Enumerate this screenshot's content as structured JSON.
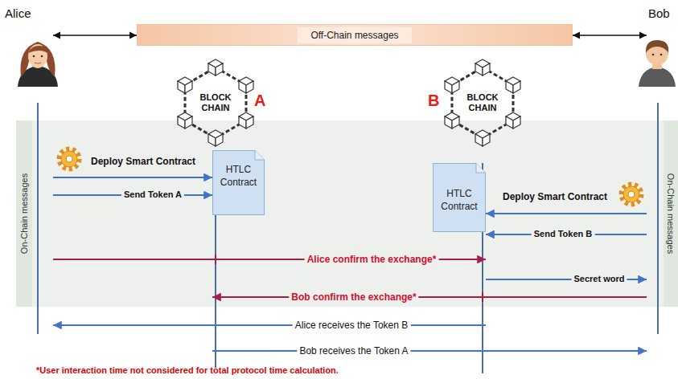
{
  "diagram": {
    "nodes": [
      {
        "text": [
          "Alice"
        ]
      },
      {
        "text": [
          "Off-Chain messages"
        ]
      },
      {
        "text": [
          "Bob"
        ]
      },
      {
        "text": [
          "BLOCK CHAIN",
          "A"
        ]
      },
      {
        "text": [
          "BLOCK CHAIN",
          "B"
        ]
      },
      {
        "text": [
          "On-Chain messages"
        ]
      },
      {
        "text": [
          "HTLC Contract"
        ]
      },
      {
        "text": [
          "HTLC Contract"
        ]
      },
      {
        "text": [
          "On-Chain messages"
        ]
      }
    ],
    "edges": [
      {
        "from": 0,
        "to": 1,
        "arrow": "both"
      },
      {
        "from": 1,
        "to": 2,
        "arrow": "both"
      },
      {
        "from": 0,
        "to": 6,
        "label": "Deploy Smart Contract",
        "arrow": "to"
      },
      {
        "from": 0,
        "to": 6,
        "label": "Send Token A",
        "arrow": "to"
      },
      {
        "from": 2,
        "to": 7,
        "label": "Deploy Smart Contract",
        "arrow": "to"
      },
      {
        "from": 2,
        "to": 7,
        "label": "Send Token B",
        "arrow": "to"
      },
      {
        "from": 0,
        "to": 7,
        "label": "Alice confirm the exchange*",
        "arrow": "to"
      },
      {
        "from": 7,
        "to": 2,
        "label": "Secret word",
        "arrow": "to"
      },
      {
        "from": 2,
        "to": 6,
        "label": "Bob confirm the exchange*",
        "arrow": "to"
      },
      {
        "from": 7,
        "to": 0,
        "label": "Alice receives the Token B",
        "arrow": "to"
      },
      {
        "from": 6,
        "to": 2,
        "label": "Bob receives the Token A",
        "arrow": "to"
      }
    ],
    "labels": [
      "*User interaction time not considered for total protocol time calculation."
    ]
  }
}
